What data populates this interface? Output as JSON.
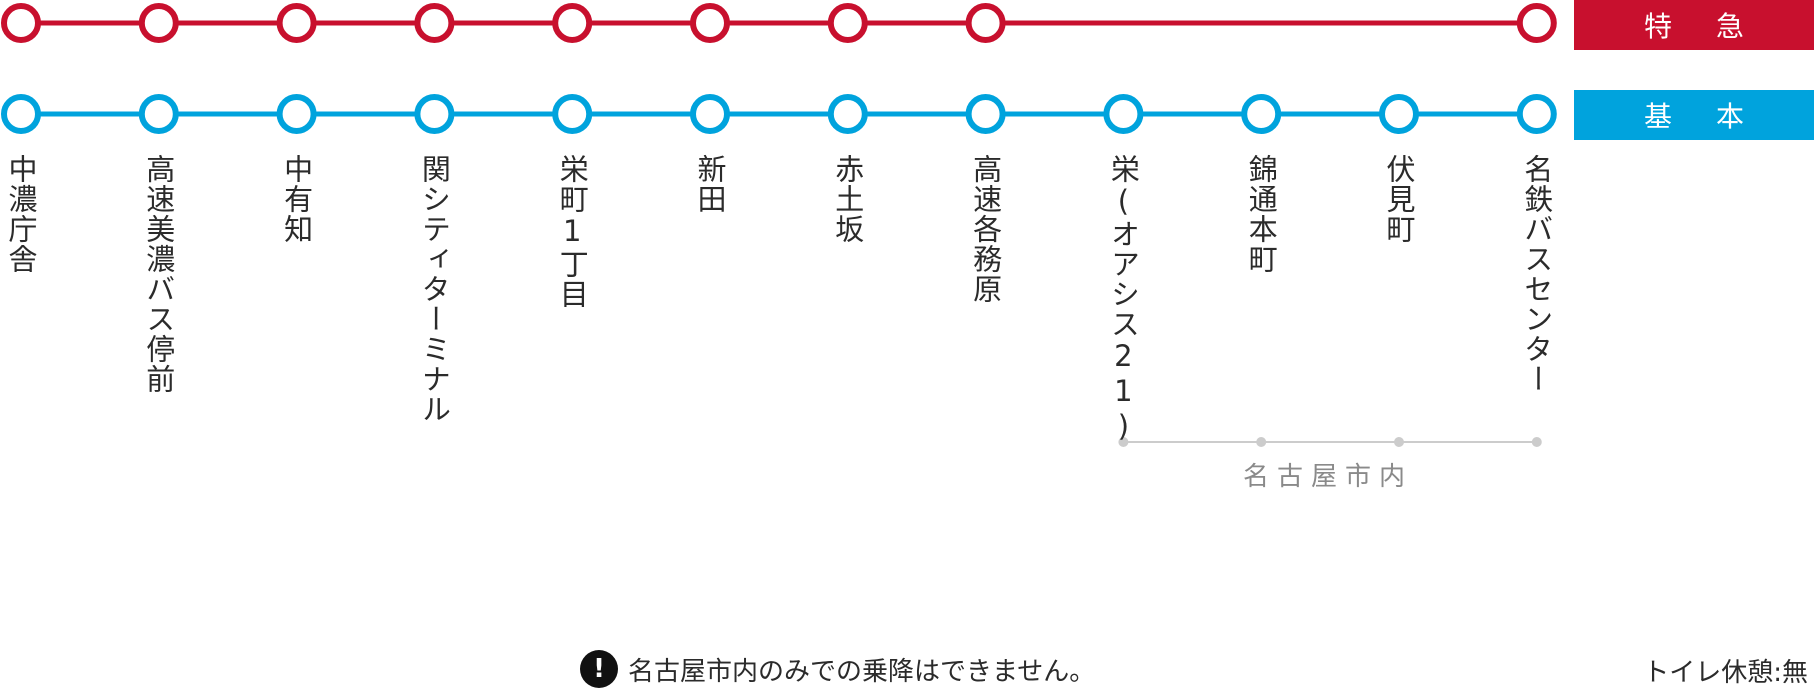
{
  "routes": [
    {
      "label": "特急",
      "color": "#c8102e",
      "station_indices": [
        0,
        1,
        2,
        3,
        4,
        5,
        6,
        7,
        11
      ]
    },
    {
      "label": "基本",
      "color": "#00a3dd",
      "station_indices": [
        0,
        1,
        2,
        3,
        4,
        5,
        6,
        7,
        8,
        9,
        10,
        11
      ]
    }
  ],
  "stations": [
    "中濃庁舎",
    "高速美濃バス停前",
    "中有知",
    "関シティターミナル",
    "栄町1丁目",
    "新田",
    "赤土坂",
    "高速各務原",
    "栄(オアシス21)",
    "錦通本町",
    "伏見町",
    "名鉄バスセンター"
  ],
  "city_section": {
    "label": "名古屋市内",
    "station_indices": [
      8,
      9,
      10,
      11
    ],
    "color": "#cccccc"
  },
  "notice": {
    "icon": "exclamation-icon",
    "text": "名古屋市内のみでの乗降はできません。"
  },
  "toilet_text": "トイレ休憩:無"
}
